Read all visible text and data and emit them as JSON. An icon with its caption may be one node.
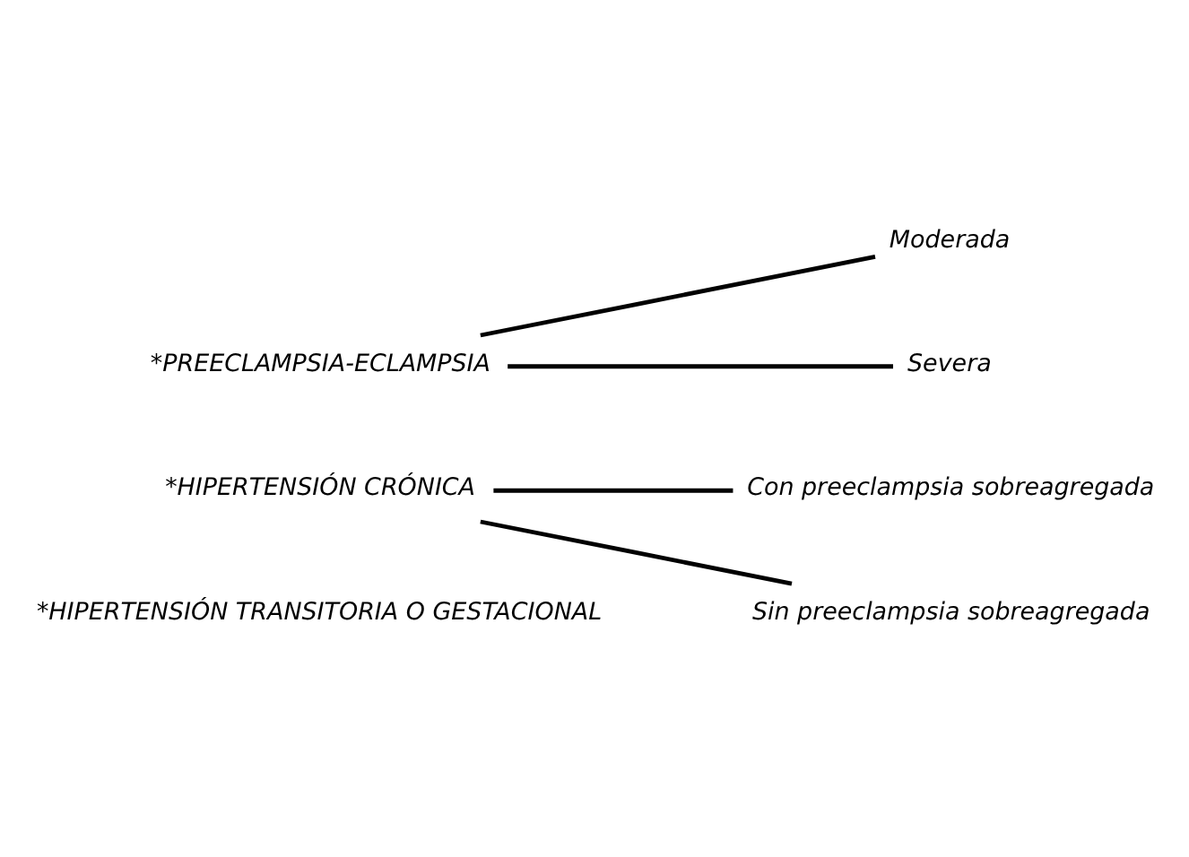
{
  "diagram": {
    "nodes": [
      {
        "text": [
          "*PREECLAMPSIA-ECLAMPSIA"
        ]
      },
      {
        "text": [
          "Moderada"
        ]
      },
      {
        "text": [
          "Severa"
        ]
      },
      {
        "text": [
          "*HIPERTENSIÓN CRÓNICA"
        ]
      },
      {
        "text": [
          "Con preeclampsia sobreagregada"
        ]
      },
      {
        "text": [
          "Sin preeclampsia sobreagregada"
        ]
      }
    ],
    "edges": [
      {
        "from": 0,
        "to": 1,
        "arrow": "none"
      },
      {
        "from": 0,
        "to": 2,
        "arrow": "none"
      },
      {
        "from": 3,
        "to": 4,
        "arrow": "none"
      },
      {
        "from": 3,
        "to": 5,
        "arrow": "none"
      }
    ],
    "labels": [
      "*HIPERTENSIÓN TRANSITORIA O GESTACIONAL"
    ]
  }
}
